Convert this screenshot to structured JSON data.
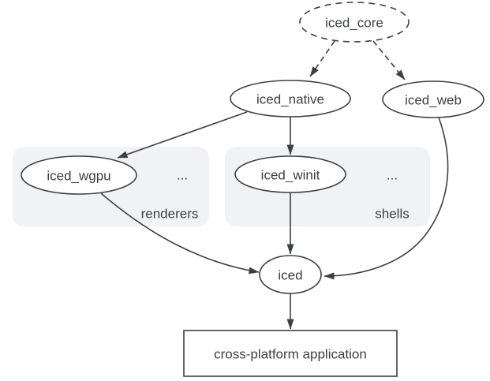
{
  "diagram": {
    "nodes": {
      "iced_core": {
        "label": "iced_core",
        "shape": "ellipse",
        "border": "dashed"
      },
      "iced_native": {
        "label": "iced_native",
        "shape": "ellipse",
        "border": "solid"
      },
      "iced_web": {
        "label": "iced_web",
        "shape": "ellipse",
        "border": "solid"
      },
      "iced_wgpu": {
        "label": "iced_wgpu",
        "shape": "ellipse",
        "border": "solid"
      },
      "iced_winit": {
        "label": "iced_winit",
        "shape": "ellipse",
        "border": "solid"
      },
      "iced": {
        "label": "iced",
        "shape": "ellipse",
        "border": "solid"
      },
      "application": {
        "label": "cross-platform application",
        "shape": "rect",
        "border": "solid"
      }
    },
    "groups": {
      "renderers": {
        "caption": "renderers",
        "ellipsis": "...",
        "members": [
          "iced_wgpu"
        ]
      },
      "shells": {
        "caption": "shells",
        "ellipsis": "...",
        "members": [
          "iced_winit"
        ]
      }
    },
    "edges": [
      {
        "from": "iced_core",
        "to": "iced_native",
        "style": "dashed"
      },
      {
        "from": "iced_core",
        "to": "iced_web",
        "style": "dashed"
      },
      {
        "from": "iced_native",
        "to": "iced_wgpu",
        "style": "solid"
      },
      {
        "from": "iced_native",
        "to": "iced_winit",
        "style": "solid"
      },
      {
        "from": "iced_winit",
        "to": "iced",
        "style": "solid"
      },
      {
        "from": "iced_wgpu",
        "to": "iced",
        "style": "solid"
      },
      {
        "from": "iced_web",
        "to": "iced",
        "style": "solid"
      },
      {
        "from": "iced",
        "to": "application",
        "style": "solid"
      }
    ],
    "colors": {
      "node_stroke": "#3c4043",
      "text": "#3c4043",
      "caption_blue": "#1a73e8",
      "group_fill": "#f0f2f5",
      "background": "#ffffff"
    }
  }
}
